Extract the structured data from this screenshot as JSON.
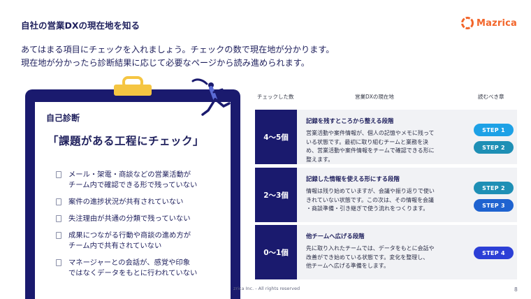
{
  "header": {
    "title": "自社の営業DXの現在地を知る",
    "logo_text": "Mazrica"
  },
  "intro": {
    "line1": "あてはまる項目にチェックを入れましょう。チェックの数で現在地が分かります。",
    "line2": "現在地が分かったら診断結果に応じて必要なページから読み進められます。"
  },
  "clipboard": {
    "label": "自己診断",
    "heading": "「課題がある工程にチェック」",
    "items": [
      {
        "line1": "メール・架電・商談などの営業活動が",
        "line2": "チーム内で確認できる形で残っていない"
      },
      {
        "line1": "案件の進捗状況が共有されていない",
        "line2": ""
      },
      {
        "line1": "失注理由が共通の分類で残っていない",
        "line2": ""
      },
      {
        "line1": "成果につながる行動や商談の進め方が",
        "line2": "チーム内で共有されていない"
      },
      {
        "line1": "マネージャーとの会話が、感覚や印象",
        "line2": "ではなくデータをもとに行われていない"
      }
    ]
  },
  "table": {
    "headers": {
      "count": "チェックした数",
      "stage": "営業DXの現在地",
      "read": "読むべき章"
    },
    "rows": [
      {
        "count": "4〜5個",
        "title": "記録を残すところから整える段階",
        "desc": [
          "営業活動や案件情報が、個人の記憶やメモに残って",
          "いる状態です。最初に取り組むチームと業務を決",
          "め、営業活動や案件情報をチームで確認できる形に",
          "整えます。"
        ],
        "steps": [
          {
            "label": "STEP 1",
            "color": "#1da1e6"
          },
          {
            "label": "STEP 2",
            "color": "#1e8fb5"
          }
        ]
      },
      {
        "count": "2〜3個",
        "title": "記録した情報を使える形にする段階",
        "desc": [
          "情報は残り始めていますが、会議や振り返りで使い",
          "きれていない状態です。この次は、その情報を会議",
          "・商談準備・引き継ぎで使う流れをつくります。"
        ],
        "steps": [
          {
            "label": "STEP 2",
            "color": "#1e8fb5"
          },
          {
            "label": "STEP 3",
            "color": "#1f63d0"
          }
        ]
      },
      {
        "count": "0〜1個",
        "title": "他チームへ広げる段階",
        "desc": [
          "先に取り入れたチームでは、データをもとに会話や",
          "改善ができ始めている状態です。変化を整理し、",
          "他チームへ広げる準備をします。"
        ],
        "steps": [
          {
            "label": "STEP 4",
            "color": "#2c3fd6"
          }
        ]
      }
    ]
  },
  "footer": {
    "copyright": "zrica Inc. - All rights reserved",
    "page_number": "8"
  },
  "colors": {
    "navy": "#1a1a6e",
    "accent": "#f2652a",
    "clip_gold": "#f5c542"
  }
}
